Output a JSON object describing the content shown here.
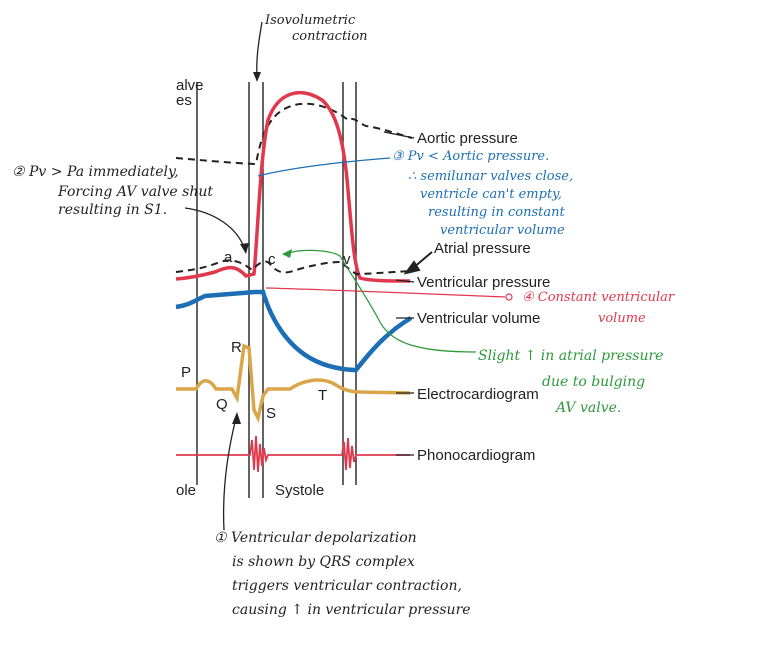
{
  "figure": {
    "clipped_labels": {
      "valve_partial": "alve",
      "es_partial": "es",
      "ole_partial": "ole"
    },
    "series_labels": {
      "aortic": "Aortic pressure",
      "atrial": "Atrial pressure",
      "ventricular_pressure": "Ventricular pressure",
      "ventricular_volume": "Ventricular volume",
      "ecg": "Electrocardiogram",
      "phono": "Phonocardiogram"
    },
    "wave_labels": {
      "a": "a",
      "c": "c",
      "v": "v",
      "P": "P",
      "Q": "Q",
      "R": "R",
      "S": "S",
      "T": "T"
    },
    "phase_label": "Systole",
    "colors": {
      "ventricular_pressure": "#e0394e",
      "ventricular_volume": "#1c6fb5",
      "ecg": "#d9a64a",
      "phono": "#e0394e",
      "dashed": "#222222",
      "grid": "#222222"
    }
  },
  "annotations": {
    "top": {
      "line1": "Isovolumetric",
      "line2": "contraction"
    },
    "note1": {
      "color": "#222222",
      "lines": [
        "① Ventricular depolarization",
        "is shown by QRS complex",
        "triggers ventricular contraction,",
        "causing ↑ in ventricular pressure"
      ]
    },
    "note2": {
      "color": "#222222",
      "lines": [
        "② Pv > Pa immediately,",
        "Forcing AV valve shut",
        "resulting in S1."
      ]
    },
    "note3": {
      "color": "#1c6fb5",
      "lines": [
        "③ Pv < Aortic pressure.",
        "∴ semilunar valves close,",
        "ventricle can't empty,",
        "resulting in constant",
        "ventricular volume"
      ]
    },
    "note4": {
      "color": "#e0394e",
      "text": "④ Constant ventricular",
      "line2": "volume"
    },
    "note5": {
      "color": "#2e9a3a",
      "lines": [
        "Slight ↑ in atrial pressure",
        "due to bulging",
        "AV valve."
      ]
    }
  }
}
